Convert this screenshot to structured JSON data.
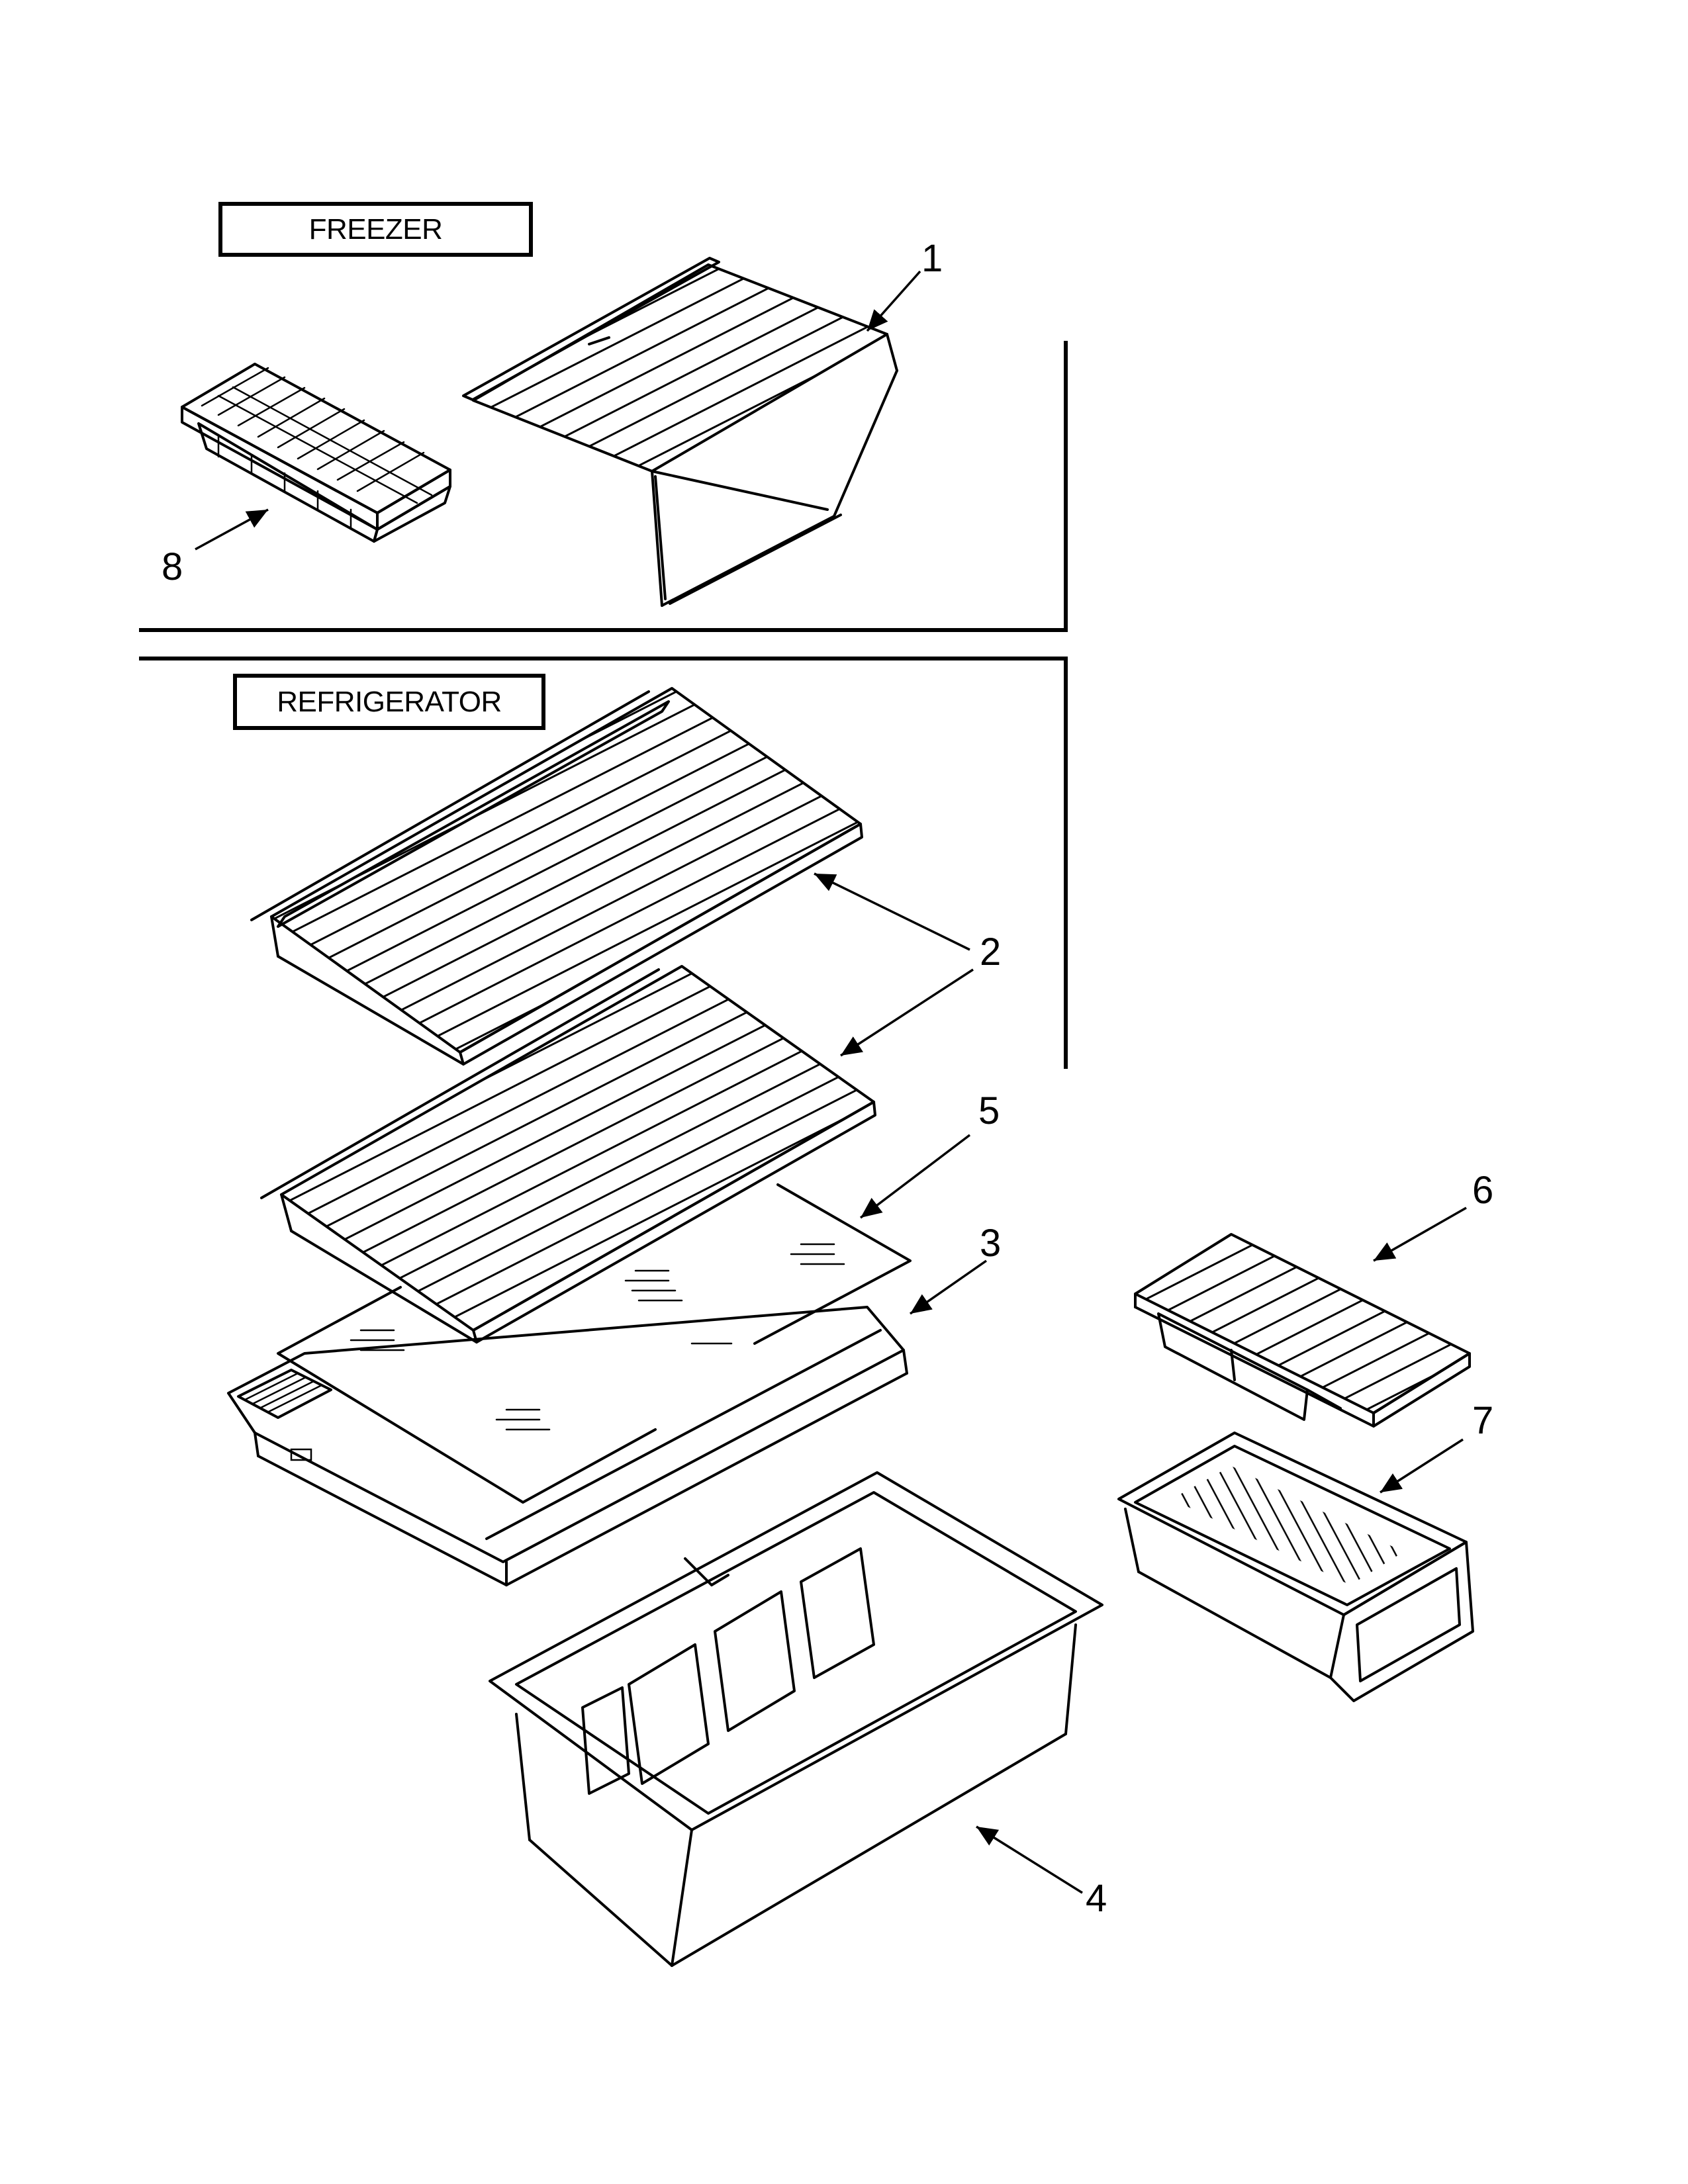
{
  "sections": {
    "freezer": "FREEZER",
    "refrigerator": "REFRIGERATOR"
  },
  "callouts": {
    "c1": "1",
    "c2": "2",
    "c3": "3",
    "c4": "4",
    "c5": "5",
    "c6": "6",
    "c7": "7",
    "c8": "8"
  }
}
